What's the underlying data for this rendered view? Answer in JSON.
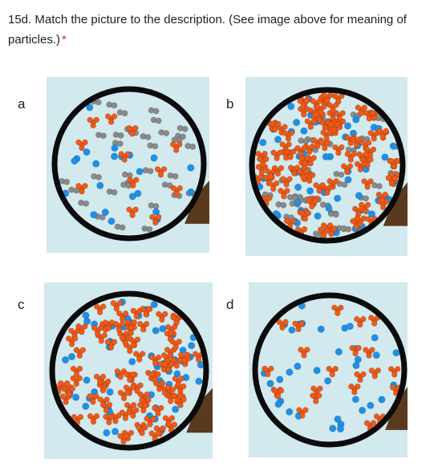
{
  "question": {
    "text": "15d. Match the picture to the description. (See image above for meaning of particles.)",
    "required_marker": "*"
  },
  "options": [
    {
      "letter": "a"
    },
    {
      "letter": "b"
    },
    {
      "letter": "c"
    },
    {
      "letter": "d"
    }
  ],
  "colors": {
    "background": "#d2e9ee",
    "lens_rim": "#0b0b0b",
    "handle": "#5a3a1f",
    "blue_particle": "#1e90e8",
    "gray_particle": "#8a8a8a",
    "orange_particle": "#f05a17"
  }
}
